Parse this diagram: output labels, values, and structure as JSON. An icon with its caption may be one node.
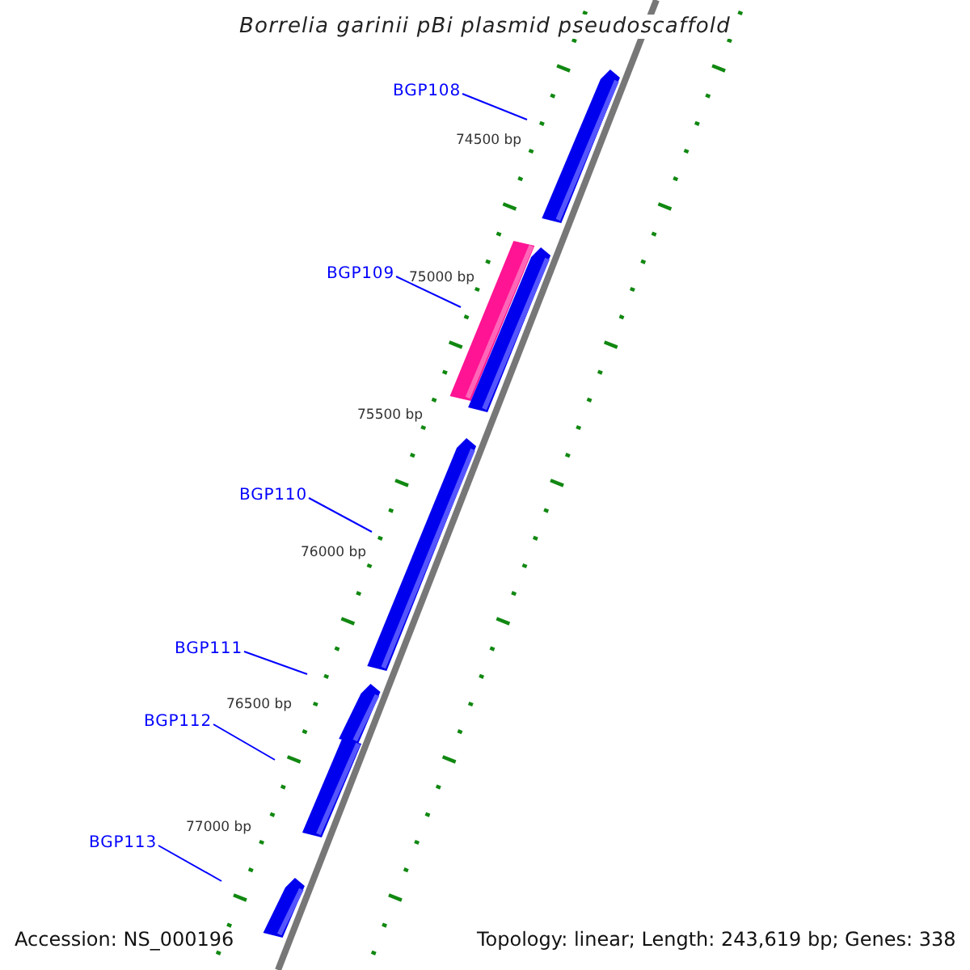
{
  "diagram": {
    "title": "Borrelia garinii pBi plasmid pseudoscaffold",
    "nodes": [
      {
        "text": [
          "BGP108"
        ]
      },
      {
        "text": [
          "BGP109"
        ]
      },
      {
        "text": [
          "BGP110"
        ]
      },
      {
        "text": [
          "BGP111"
        ]
      },
      {
        "text": [
          "BGP112"
        ]
      },
      {
        "text": [
          "BGP113"
        ]
      }
    ],
    "edges": [
      {
        "from": 0,
        "to": null,
        "arrow": "none"
      },
      {
        "from": 1,
        "to": null,
        "arrow": "none"
      },
      {
        "from": 2,
        "to": null,
        "arrow": "none"
      },
      {
        "from": 3,
        "to": null,
        "arrow": "none"
      },
      {
        "from": 4,
        "to": null,
        "arrow": "none"
      },
      {
        "from": 5,
        "to": null,
        "arrow": "none"
      }
    ],
    "labels": [
      "74500 bp",
      "75000 bp",
      "75500 bp",
      "76000 bp",
      "76500 bp",
      "77000 bp",
      "Accession: NS_000196",
      "Topology: linear; Length: 243,619 bp; Genes: 338"
    ]
  }
}
